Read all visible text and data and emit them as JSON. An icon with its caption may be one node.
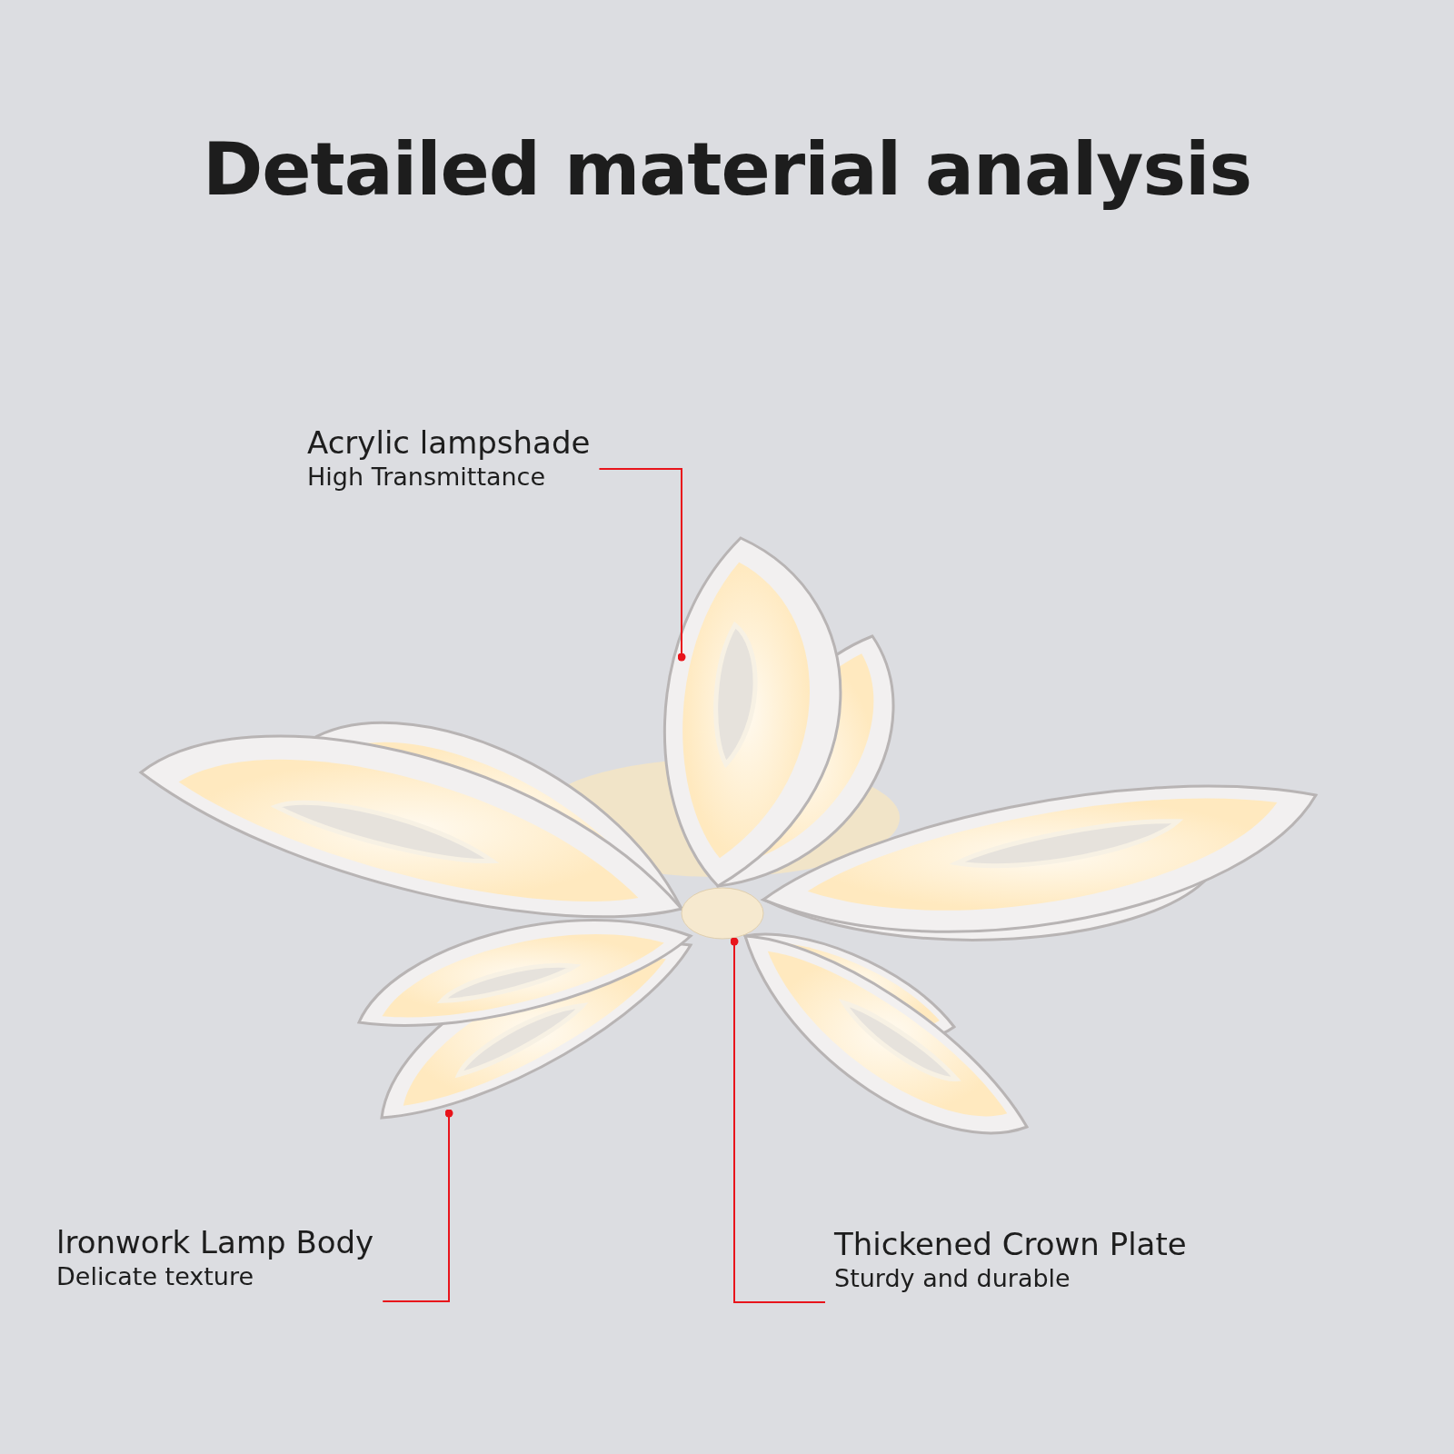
{
  "diagram": {
    "title": "Detailed material analysis",
    "nodes": [
      {
        "text": [
          "Acrylic lampshade",
          "High Transmittance"
        ]
      },
      {
        "text": [
          "lronwork Lamp Body",
          "Delicate texture"
        ]
      },
      {
        "text": [
          "Thickened Crown Plate",
          "Sturdy and durable"
        ]
      }
    ],
    "edges": [
      {
        "from": 0,
        "to": null,
        "arrow": "other"
      },
      {
        "from": 1,
        "to": null,
        "arrow": "other"
      },
      {
        "from": 2,
        "to": null,
        "arrow": "other"
      }
    ]
  }
}
